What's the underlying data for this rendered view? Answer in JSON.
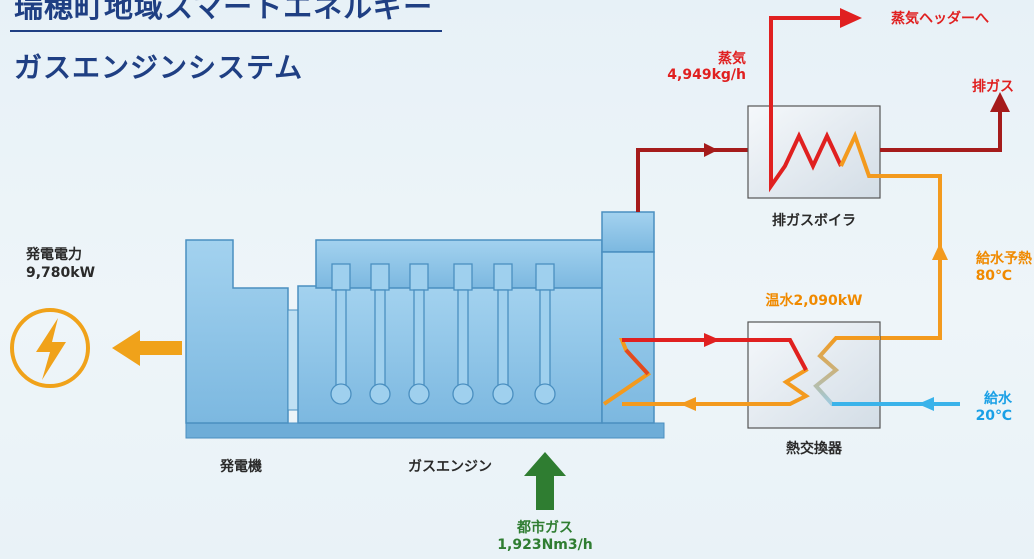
{
  "header": {
    "title": "瑞穂町地域スマートエネルギー",
    "subtitle": "ガスエンジンシステム"
  },
  "labels": {
    "power_output_title": "発電電力",
    "power_output_value": "9,780kW",
    "steam_title": "蒸気",
    "steam_value": "4,949kg/h",
    "steam_header": "蒸気ヘッダーへ",
    "exhaust_gas": "排ガス",
    "exhaust_boiler": "排ガスボイラ",
    "feedwater_preheat_title": "給水予熱",
    "feedwater_preheat_temp": "80℃",
    "hot_water": "温水2,090kW",
    "feedwater_title": "給水",
    "feedwater_temp": "20℃",
    "heat_exchanger": "熱交換器",
    "generator": "発電機",
    "gas_engine": "ガスエンジン",
    "city_gas_title": "都市ガス",
    "city_gas_value": "1,923Nm3/h"
  },
  "colors": {
    "steam": "#e02020",
    "exhaust": "#a51b1b",
    "hot_water": "#f39a1e",
    "feedwater": "#3ab3ea",
    "city_gas": "#2f7d31",
    "equipment_blue": "#8cc4e6",
    "power_icon": "#f0a21a"
  },
  "icons": {
    "power": "lightning-bolt-icon"
  }
}
